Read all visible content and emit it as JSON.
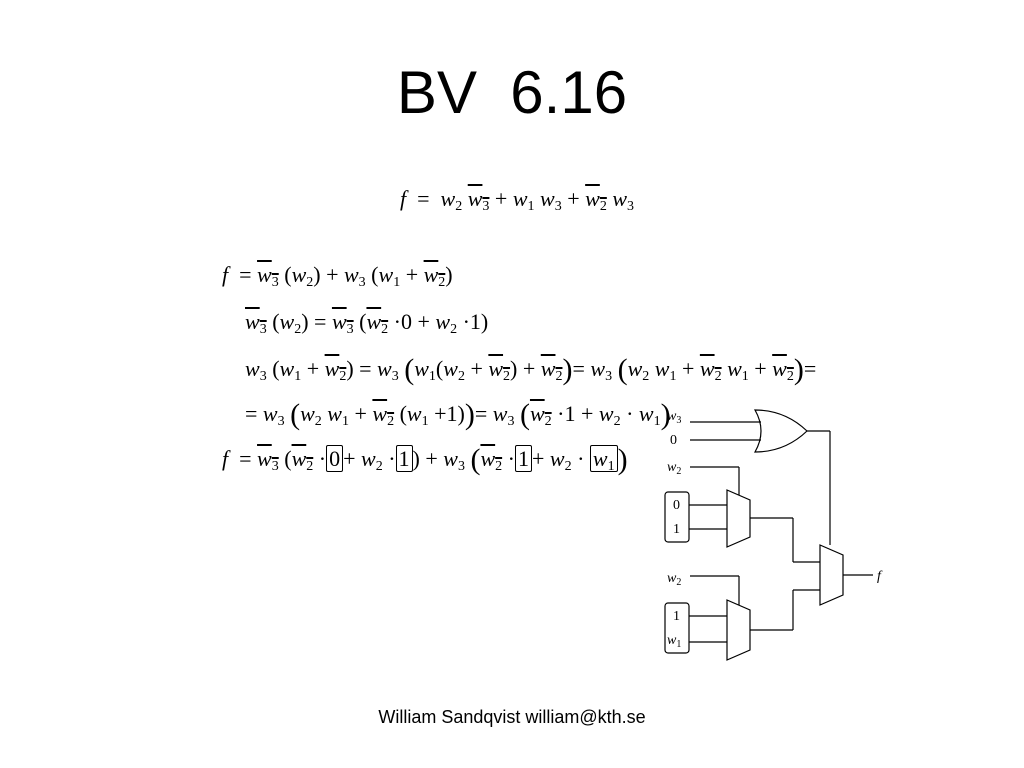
{
  "title": "BV  6.16",
  "footer": "William Sandqvist william@kth.se",
  "colors": {
    "ink": "#000000",
    "background": "#ffffff"
  },
  "circuit": {
    "inputs_or": [
      "w3",
      "0"
    ],
    "select_mux1": "w2",
    "data_mux1": [
      "0",
      "1"
    ],
    "select_mux2": "w2",
    "data_mux2": [
      "1",
      "w1"
    ],
    "output": "f"
  }
}
